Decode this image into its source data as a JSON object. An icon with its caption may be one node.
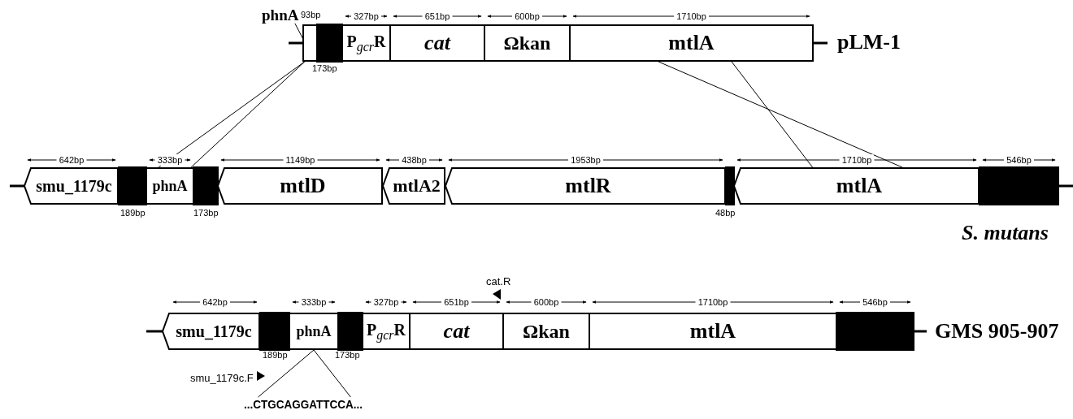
{
  "diagram": {
    "nodes": [
      {
        "text": [
          "phnA"
        ]
      },
      {
        "text": [],
        "shape": "box"
      },
      {
        "text": [],
        "shape": "bar"
      },
      {
        "text": [
          "P$_{gcr}$R"
        ]
      },
      {
        "text": [
          "cat"
        ]
      },
      {
        "text": [
          "Ωkan"
        ]
      },
      {
        "text": [
          "mtlA"
        ]
      },
      {
        "text": [
          "smu_1179c"
        ]
      },
      {
        "text": [],
        "shape": "bar"
      },
      {
        "text": [
          "phnA"
        ]
      },
      {
        "text": [],
        "shape": "bar"
      },
      {
        "text": [
          "mtlD"
        ]
      },
      {
        "text": [
          "mtlA2"
        ]
      },
      {
        "text": [
          "mtlR"
        ]
      },
      {
        "text": [],
        "shape": "bar"
      },
      {
        "text": [
          "mtlA"
        ]
      },
      {
        "text": [],
        "shape": "bar"
      },
      {
        "text": [
          "smu_1179c"
        ]
      },
      {
        "text": [],
        "shape": "bar"
      },
      {
        "text": [
          "phnA"
        ]
      },
      {
        "text": [],
        "shape": "bar"
      },
      {
        "text": [
          "P$_{gcr}$R"
        ]
      },
      {
        "text": [
          "cat"
        ]
      },
      {
        "text": [
          "Ωkan"
        ]
      },
      {
        "text": [
          "mtlA"
        ]
      },
      {
        "text": [],
        "shape": "bar"
      },
      {
        "text": [
          "...CTGCAGGATTCCA..."
        ]
      }
    ],
    "edges": [
      {
        "from": 0,
        "to": 1,
        "arrow": "none"
      },
      {
        "from": 1,
        "to": 9,
        "arrow": "none"
      },
      {
        "from": 6,
        "to": 15,
        "arrow": "none"
      },
      {
        "from": 19,
        "to": 26,
        "arrow": "none"
      }
    ],
    "labels": [
      "93bp",
      "327bp",
      "651bp",
      "600bp",
      "1710bp",
      "pLM-1",
      "173bp",
      "642bp",
      "333bp",
      "1149bp",
      "438bp",
      "1953bp",
      "1710bp",
      "546bp",
      "189bp",
      "173bp",
      "48bp",
      "S. mutans",
      "cat.R",
      "642bp",
      "333bp",
      "327bp",
      "651bp",
      "600bp",
      "1710bp",
      "546bp",
      "GMS 905-907",
      "189bp",
      "173bp",
      "smu_1179c.F"
    ]
  }
}
